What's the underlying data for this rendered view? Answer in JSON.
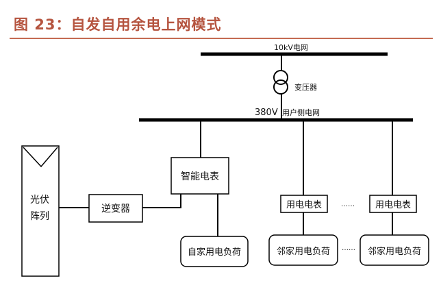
{
  "header": {
    "figure_title": "图 23：自发自用余电上网模式"
  },
  "diagram": {
    "grid_label": "10kV电网",
    "transformer_label": "变压器",
    "voltage_label": "380V",
    "user_grid_label": "用户侧电网",
    "pv_label_line1": "光伏",
    "pv_label_line2": "阵列",
    "inverter_label": "逆变器",
    "smart_meter_label": "智能电表",
    "own_load_label": "自家用电负荷",
    "meter1_label": "用电电表",
    "meter2_label": "用电电表",
    "neighbor_load1_label": "邻家用电负荷",
    "neighbor_load2_label": "邻家用电负荷",
    "ellipsis_meters": "……",
    "ellipsis_loads": "……"
  }
}
